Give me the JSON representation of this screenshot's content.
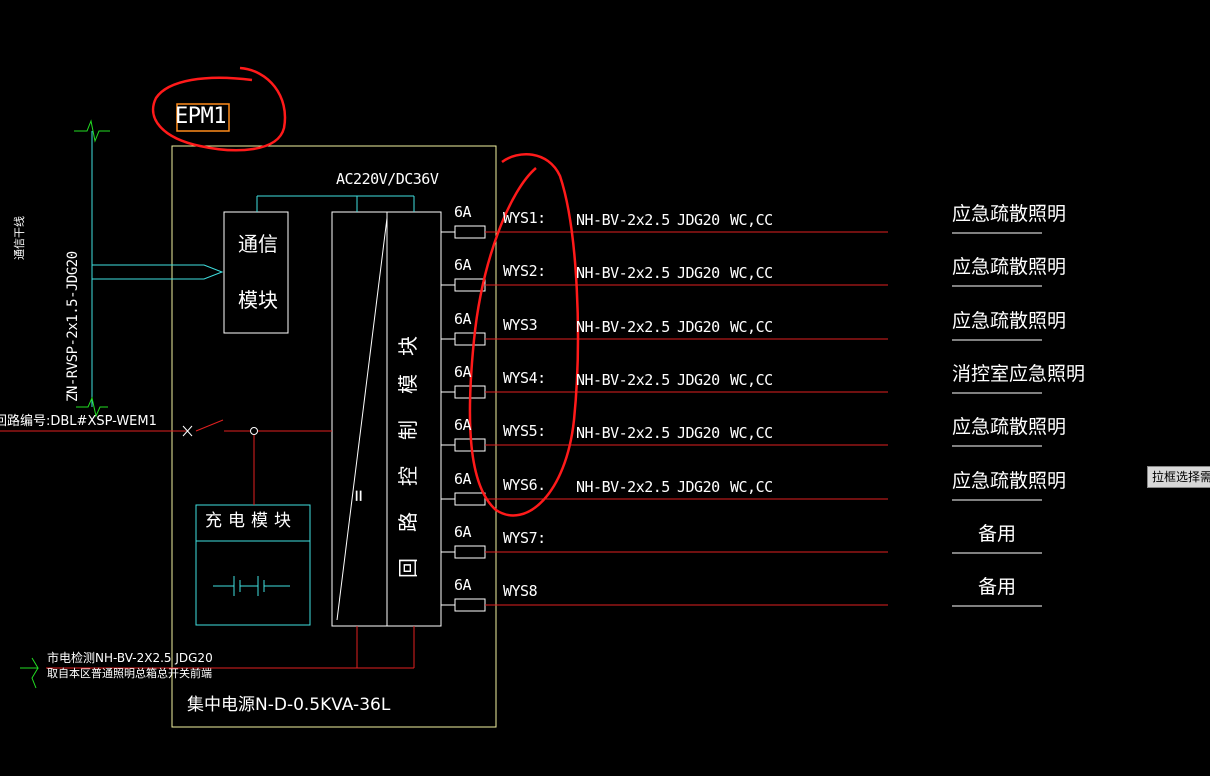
{
  "panel": {
    "id": "EPM1",
    "voltage": "AC220V/DC36V",
    "comm_module": [
      "通信",
      "模块"
    ],
    "charge_module": "充电模块",
    "loop_module": "回路控制模块",
    "loop_module_chars": [
      "块",
      "模",
      "制",
      "控",
      "路",
      "回"
    ],
    "model": "集中电源N-D-0.5KVA-36L"
  },
  "incoming": {
    "comm_trunk": "通信干线",
    "comm_cable": "ZN-RVSP-2x1.5-JDG20",
    "source": "回路编号:DBL#XSP-WEM1",
    "monitor_line1": "市电检测NH-BV-2X2.5 JDG20",
    "monitor_line2": "取自本区普通照明总箱总开关前端"
  },
  "circuits": [
    {
      "rating": "6A",
      "id": "WYS1:",
      "cable": "NH-BV-2x2.5",
      "conduit": "JDG20",
      "laying": "WC,CC",
      "load": "应急疏散照明"
    },
    {
      "rating": "6A",
      "id": "WYS2:",
      "cable": "NH-BV-2x2.5",
      "conduit": "JDG20",
      "laying": "WC,CC",
      "load": "应急疏散照明"
    },
    {
      "rating": "6A",
      "id": "WYS3",
      "cable": "NH-BV-2x2.5",
      "conduit": "JDG20",
      "laying": "WC,CC",
      "load": "应急疏散照明"
    },
    {
      "rating": "6A",
      "id": "WYS4:",
      "cable": "NH-BV-2x2.5",
      "conduit": "JDG20",
      "laying": "WC,CC",
      "load": "消控室应急照明"
    },
    {
      "rating": "6A",
      "id": "WYS5:",
      "cable": "NH-BV-2x2.5",
      "conduit": "JDG20",
      "laying": "WC,CC",
      "load": "应急疏散照明"
    },
    {
      "rating": "6A",
      "id": "WYS6.",
      "cable": "NH-BV-2x2.5",
      "conduit": "JDG20",
      "laying": "WC,CC",
      "load": "应急疏散照明"
    },
    {
      "rating": "6A",
      "id": "WYS7:",
      "cable": "",
      "conduit": "",
      "laying": "",
      "load": "备用"
    },
    {
      "rating": "6A",
      "id": "WYS8",
      "cable": "",
      "conduit": "",
      "laying": "",
      "load": "备用"
    }
  ],
  "tooltip": "拉框选择需",
  "colors": {
    "background": "#000000",
    "panel_border": "#f2f2a0",
    "module_border": "#40e0e0",
    "wire_red": "#e02020",
    "annotation_red": "#ff1a1a",
    "highlight_orange": "#ff8c1a",
    "comm_line": "#40e0e0",
    "green_mark": "#22dd22"
  }
}
